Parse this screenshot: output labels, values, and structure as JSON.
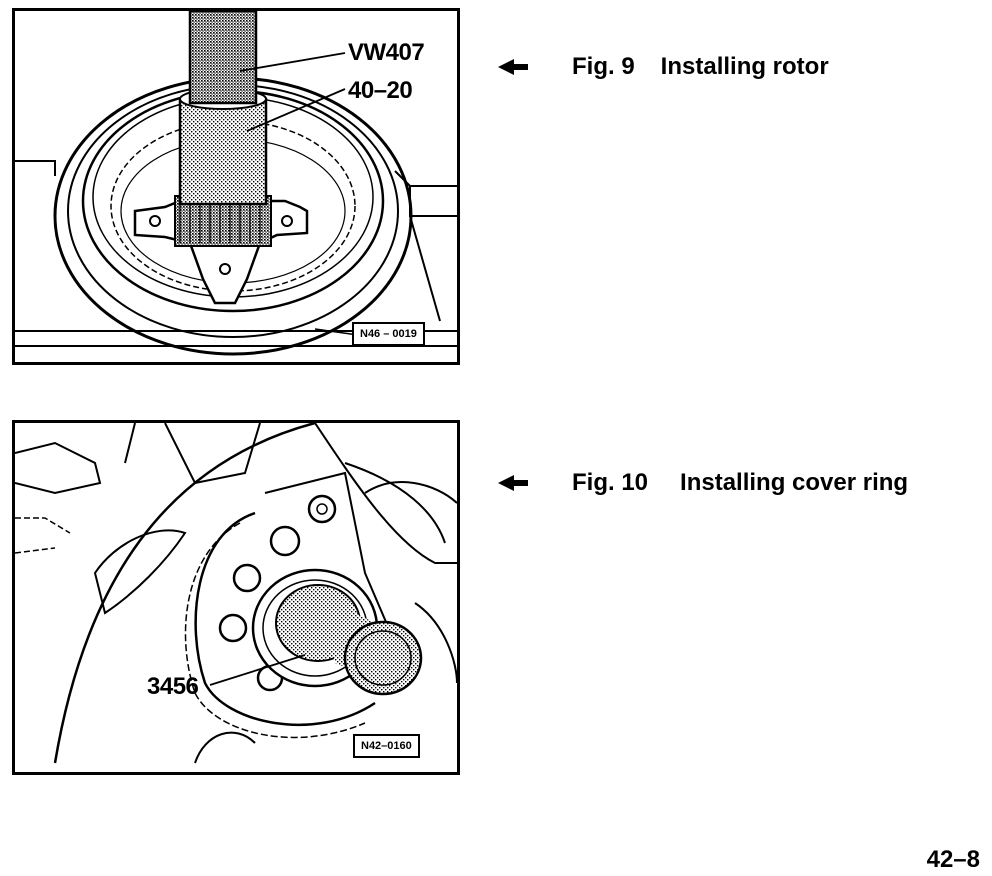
{
  "figures": [
    {
      "id": "fig9",
      "caption_number": "Fig. 9",
      "caption_title": "Installing rotor",
      "callouts": [
        "VW407",
        "40–20"
      ],
      "image_code": "N46 – 0019"
    },
    {
      "id": "fig10",
      "caption_number": "Fig. 10",
      "caption_title": "Installing cover ring",
      "callouts": [
        "3456"
      ],
      "image_code": "N42–0160"
    }
  ],
  "page_number": "42–8",
  "icons": {
    "pointer": "pointer-arrow-left-icon"
  }
}
